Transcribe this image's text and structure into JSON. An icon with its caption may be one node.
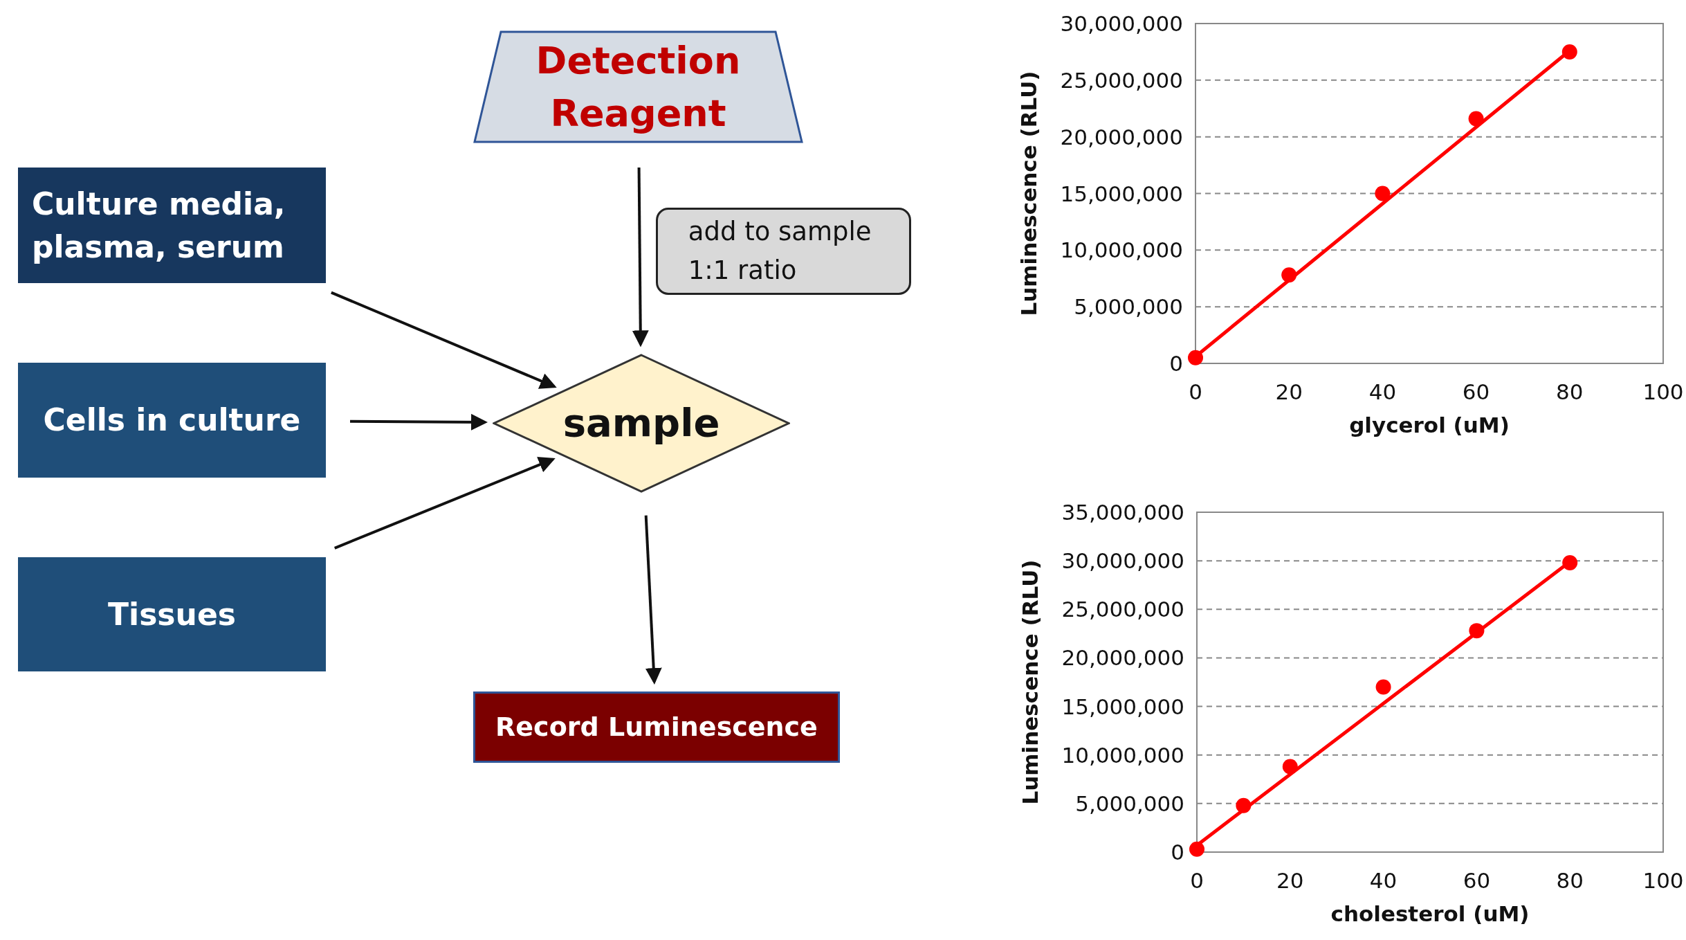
{
  "diagram": {
    "nodes": [
      {
        "text": [
          "Detection Reagent"
        ]
      },
      {
        "text": [
          "Culture media, plasma, serum"
        ]
      },
      {
        "text": [
          "Cells in culture"
        ]
      },
      {
        "text": [
          "Tissues"
        ]
      },
      {
        "text": [
          "sample"
        ]
      },
      {
        "text": [
          "Record Luminescence"
        ]
      }
    ],
    "edges": [
      {
        "from": 0,
        "to": 4,
        "arrow": "to",
        "label": "add to sample 1:1 ratio"
      },
      {
        "from": 1,
        "to": 4,
        "arrow": "to"
      },
      {
        "from": 2,
        "to": 4,
        "arrow": "to"
      },
      {
        "from": 3,
        "to": 4,
        "arrow": "to"
      },
      {
        "from": 4,
        "to": 5,
        "arrow": "to"
      }
    ],
    "chart_data": [
      {
        "type": "scatter",
        "grid": true,
        "xlabel": "glycerol (uM)",
        "ylabel": "Luminescence (RLU)",
        "xlim": [
          0,
          100
        ],
        "ylim": [
          0,
          30000000
        ],
        "xticks": [
          0,
          20,
          40,
          60,
          80,
          100
        ],
        "yticks": [
          {
            "value": 0,
            "label": "0"
          },
          {
            "value": 5000000,
            "label": "5,000,000"
          },
          {
            "value": 10000000,
            "label": "10,000,000"
          },
          {
            "value": 15000000,
            "label": "15,000,000"
          },
          {
            "value": 20000000,
            "label": "20,000,000"
          },
          {
            "value": 25000000,
            "label": "25,000,000"
          },
          {
            "value": 30000000,
            "label": "30,000,000"
          }
        ],
        "x": [
          0,
          20,
          40,
          60,
          80
        ],
        "series": [
          {
            "color": "#ff0000",
            "values": [
              500000,
              7800000,
              15000000,
              21600000,
              27500000
            ]
          },
          {
            "type": "line",
            "color": "#ff0000",
            "values": [
              600000,
              7350000,
              14100000,
              20850000,
              27600000
            ]
          }
        ]
      },
      {
        "type": "scatter",
        "grid": true,
        "xlabel": "cholesterol (uM)",
        "ylabel": "Luminescence (RLU)",
        "xlim": [
          0,
          100
        ],
        "ylim": [
          0,
          35000000
        ],
        "xticks": [
          0,
          20,
          40,
          60,
          80,
          100
        ],
        "yticks": [
          {
            "value": 0,
            "label": "0"
          },
          {
            "value": 5000000,
            "label": "5,000,000"
          },
          {
            "value": 10000000,
            "label": "10,000,000"
          },
          {
            "value": 15000000,
            "label": "15,000,000"
          },
          {
            "value": 20000000,
            "label": "20,000,000"
          },
          {
            "value": 25000000,
            "label": "25,000,000"
          },
          {
            "value": 30000000,
            "label": "30,000,000"
          },
          {
            "value": 35000000,
            "label": "35,000,000"
          }
        ],
        "x": [
          0,
          10,
          20,
          40,
          60,
          80
        ],
        "series": [
          {
            "color": "#ff0000",
            "values": [
              300000,
              4800000,
              8800000,
              17000000,
              22800000,
              29800000
            ]
          },
          {
            "type": "line",
            "color": "#ff0000",
            "values": [
              700000,
              4350000,
              8000000,
              15300000,
              22600000,
              29900000
            ]
          }
        ]
      }
    ]
  }
}
